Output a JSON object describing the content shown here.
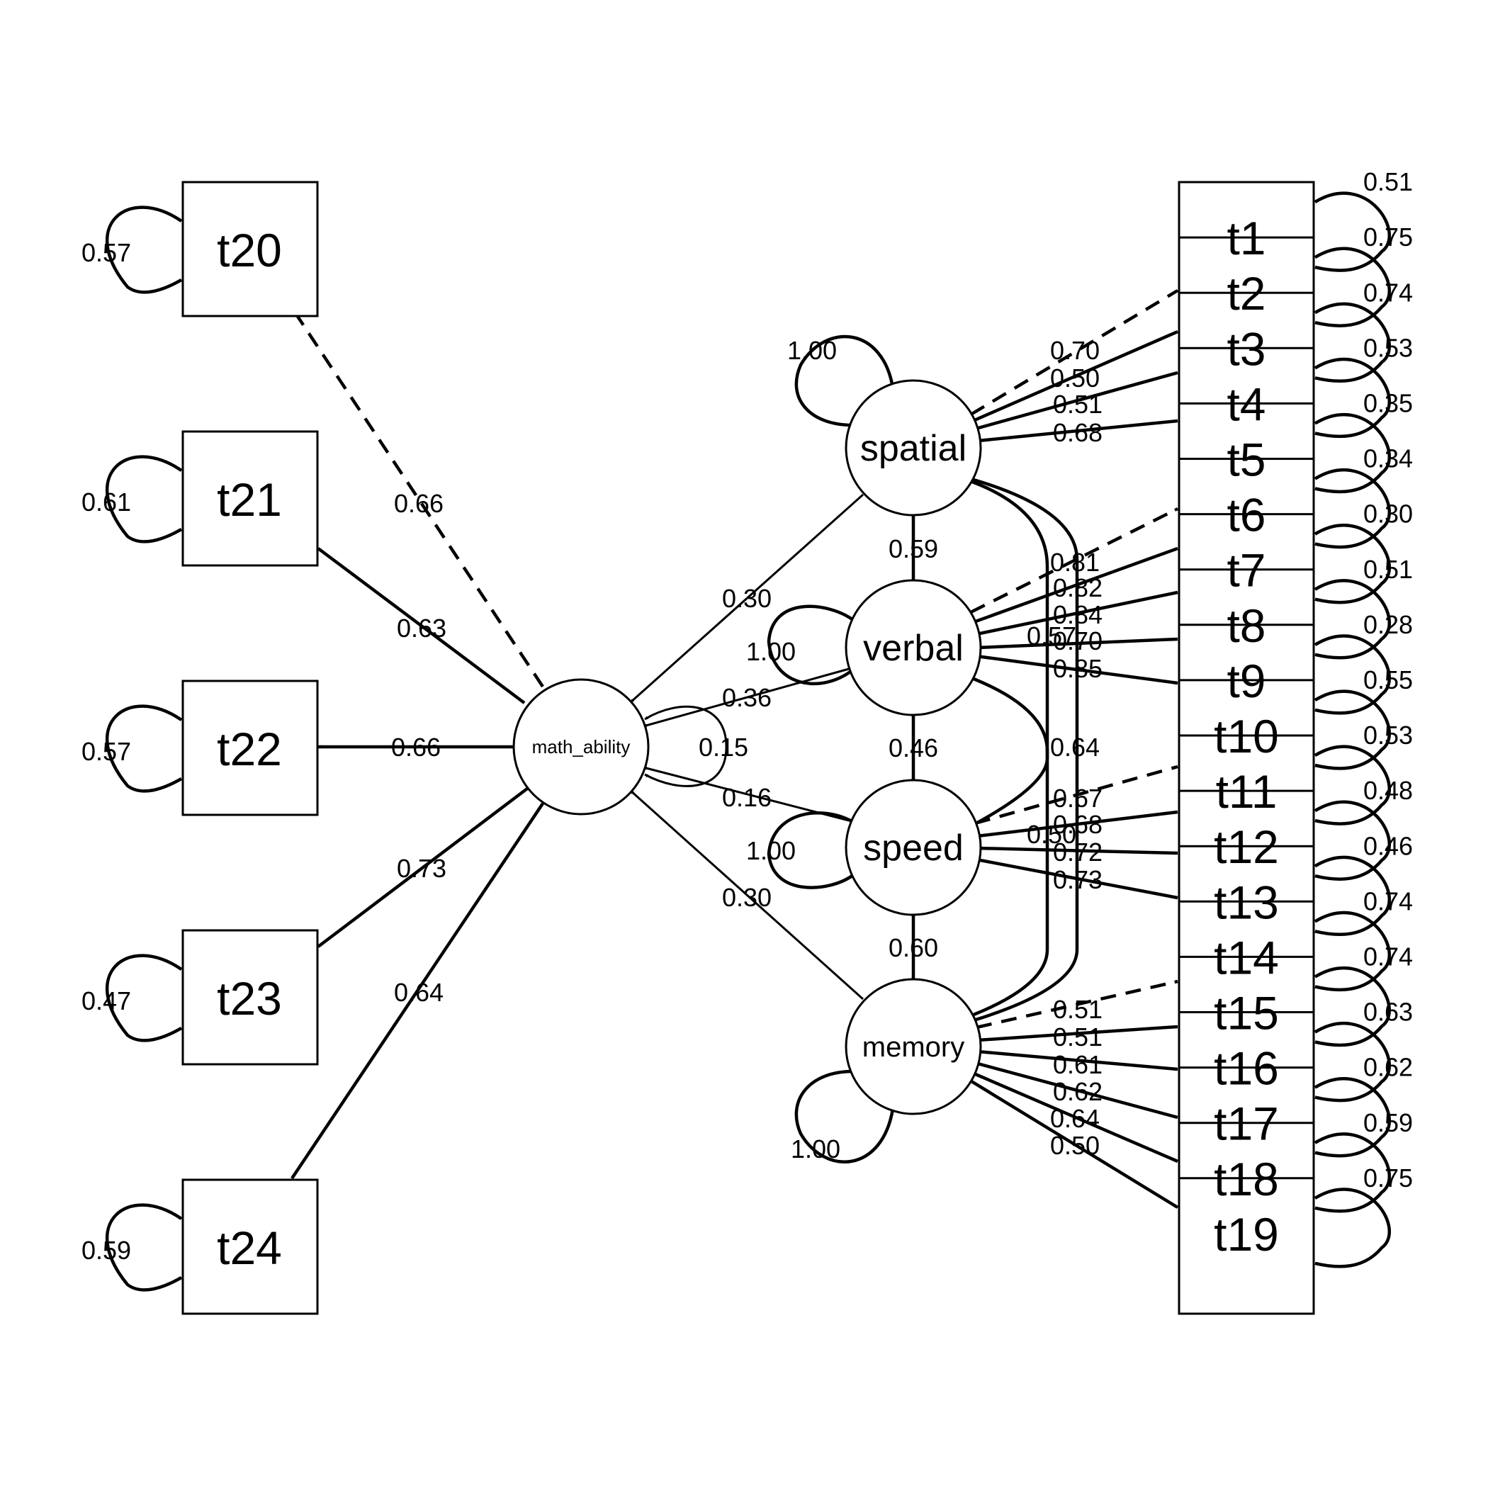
{
  "latents": [
    {
      "key": "math_ability",
      "label": "math_ability"
    },
    {
      "key": "spatial",
      "label": "spatial"
    },
    {
      "key": "verbal",
      "label": "verbal"
    },
    {
      "key": "speed",
      "label": "speed"
    },
    {
      "key": "memory",
      "label": "memory"
    }
  ],
  "left_indicators": [
    {
      "label": "t20",
      "variance": "0.57",
      "loading": "0.66"
    },
    {
      "label": "t21",
      "variance": "0.61",
      "loading": "0.63"
    },
    {
      "label": "t22",
      "variance": "0.57",
      "loading": "0.66"
    },
    {
      "label": "t23",
      "variance": "0.47",
      "loading": "0.73"
    },
    {
      "label": "t24",
      "variance": "0.59",
      "loading": "0.64"
    }
  ],
  "right_indicators": [
    {
      "label": "t1",
      "variance": "0.51"
    },
    {
      "label": "t2",
      "variance": "0.75"
    },
    {
      "label": "t3",
      "variance": "0.74"
    },
    {
      "label": "t4",
      "variance": "0.53"
    },
    {
      "label": "t5",
      "variance": "0.35"
    },
    {
      "label": "t6",
      "variance": "0.34"
    },
    {
      "label": "t7",
      "variance": "0.30"
    },
    {
      "label": "t8",
      "variance": "0.51"
    },
    {
      "label": "t9",
      "variance": "0.28"
    },
    {
      "label": "t10",
      "variance": "0.55"
    },
    {
      "label": "t11",
      "variance": "0.53"
    },
    {
      "label": "t12",
      "variance": "0.48"
    },
    {
      "label": "t13",
      "variance": "0.46"
    },
    {
      "label": "t14",
      "variance": "0.74"
    },
    {
      "label": "t15",
      "variance": "0.74"
    },
    {
      "label": "t16",
      "variance": "0.63"
    },
    {
      "label": "t17",
      "variance": "0.62"
    },
    {
      "label": "t18",
      "variance": "0.59"
    },
    {
      "label": "t19",
      "variance": "0.75"
    }
  ],
  "loadings": {
    "spatial": [
      "0.70",
      "0.50",
      "0.51",
      "0.68"
    ],
    "verbal": [
      "0.81",
      "0.82",
      "0.84",
      "0.70",
      "0.85"
    ],
    "speed": [
      "0.67",
      "0.68",
      "0.72",
      "0.73"
    ],
    "memory": [
      "0.51",
      "0.51",
      "0.61",
      "0.62",
      "0.64",
      "0.50"
    ]
  },
  "regressions_to_math": {
    "spatial": "0.30",
    "verbal": "0.36",
    "speed": "0.16",
    "memory": "0.30"
  },
  "latent_variances": {
    "math_ability": "0.15",
    "spatial": "1.00",
    "verbal": "1.00",
    "speed": "1.00",
    "memory": "1.00"
  },
  "covariances": {
    "spatial_verbal": "0.59",
    "verbal_speed": "0.46",
    "speed_memory": "0.60",
    "spatial_speed": "0.57",
    "verbal_memory": "0.64",
    "spatial_memory": "0.50"
  }
}
